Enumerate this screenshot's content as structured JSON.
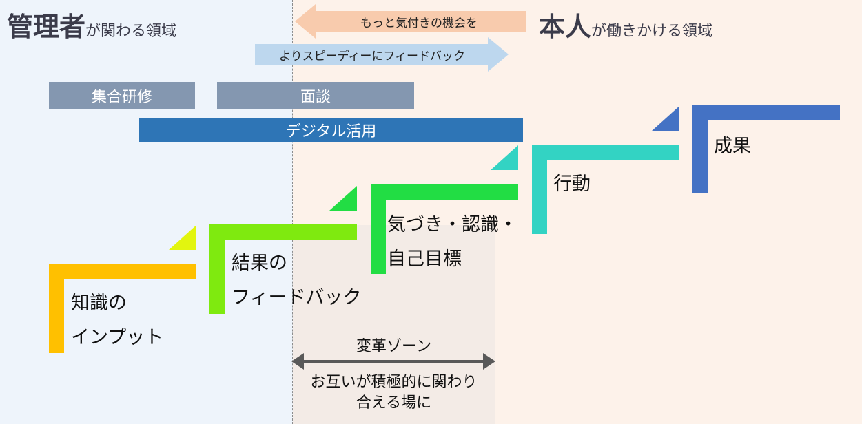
{
  "left_heading": {
    "bold": "管理者",
    "rest": "が関わる領域"
  },
  "right_heading": {
    "bold": "本人",
    "rest": "が働きかける領域"
  },
  "arrows": {
    "leftward": "もっと気付きの機会を",
    "rightward": "よりスピーディーにフィードバック"
  },
  "bars": {
    "group_training": "集合研修",
    "interview": "面談",
    "digital": "デジタル活用"
  },
  "steps": [
    {
      "line1": "知識の",
      "line2": "インプット",
      "color": "#ffc000"
    },
    {
      "line1": "結果の",
      "line2": "フィードバック",
      "color": "#7fea0f"
    },
    {
      "line1": "気づき・認識・",
      "line2": "自己目標",
      "color": "#22dd44"
    },
    {
      "line1": "行動",
      "line2": "",
      "color": "#33d3c3"
    },
    {
      "line1": "成果",
      "line2": "",
      "color": "#4472c4"
    }
  ],
  "zone": {
    "title": "変革ゾーン",
    "desc_line1": "お互いが積極的に関わり",
    "desc_line2": "合える場に"
  },
  "colors": {
    "left_bg": "#eef4fb",
    "right_bg": "#fdf2ea",
    "zone_bg": "#f3ebe6",
    "gray_bar": "#8497b0",
    "blue_bar": "#2e75b6",
    "arrow_left": "#f8cbad",
    "arrow_right": "#bdd7ee"
  }
}
